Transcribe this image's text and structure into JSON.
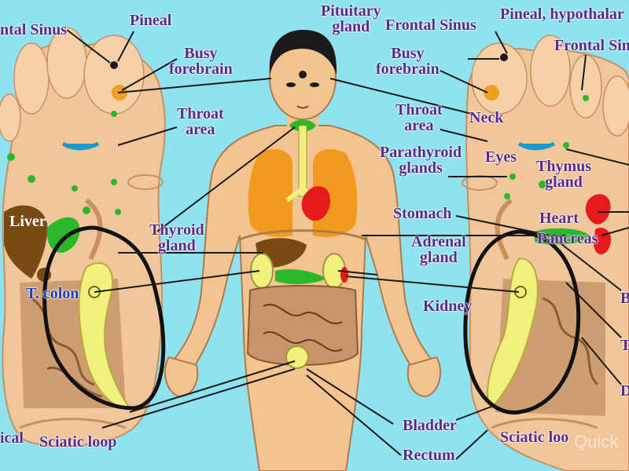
{
  "labels": {
    "frontal_sinus_left": "ntal Sinus",
    "pineal_left": "Pineal",
    "busy_forebrain_left": "Busy\nforebrain",
    "throat_area_left": "Throat\narea",
    "liver": "Liver",
    "t_colon": "T. colon",
    "thyroid_gland": "Thyroid\ngland",
    "sciatic_loop_left": "Sciatic loop",
    "ical_left": "ical",
    "pituitary_gland": "Pituitary\ngland",
    "frontal_sinus_center": "Frontal Sinus",
    "busy_forebrain_center": "Busy\nforebrain",
    "throat_area_center": "Throat\narea",
    "parathyroid_glands": "Parathyroid\nglands",
    "stomach": "Stomach",
    "adrenal_gland": "Adrenal\ngland",
    "kidney": "Kidney",
    "bladder": "Bladder",
    "rectum": "Rectum",
    "pineal_hypothalamus_right": "Pineal, hypothalar",
    "frontal_sinus_right": "Frontal Sin",
    "neck": "Neck",
    "eyes": "Eyes",
    "thymus_gland": "Thymus\ngland",
    "heart": "Heart",
    "pancreas": "Pancreas",
    "sciatic_loop_right": "Sciatic loo",
    "edge_b": "B",
    "edge_t": "T",
    "edge_d": "D"
  },
  "watermark": "Quick",
  "colors": {
    "background": "#8fe3f0",
    "label_text": "#5a2a8a",
    "skin": "#f4c490",
    "foot": "#f1c69a",
    "lung": "#f29a1e",
    "heart": "#e61a1a",
    "green_gland": "#2ab82a",
    "yellow_gland": "#f0f07a",
    "intestine": "#c8956a",
    "liver": "#7a4a14",
    "sinus_dot": "#1a1a1a",
    "orange_spot": "#f0a020",
    "eye_blue": "#1e9ac8",
    "hair": "#1a1a1a",
    "circle_ink": "#111111"
  }
}
